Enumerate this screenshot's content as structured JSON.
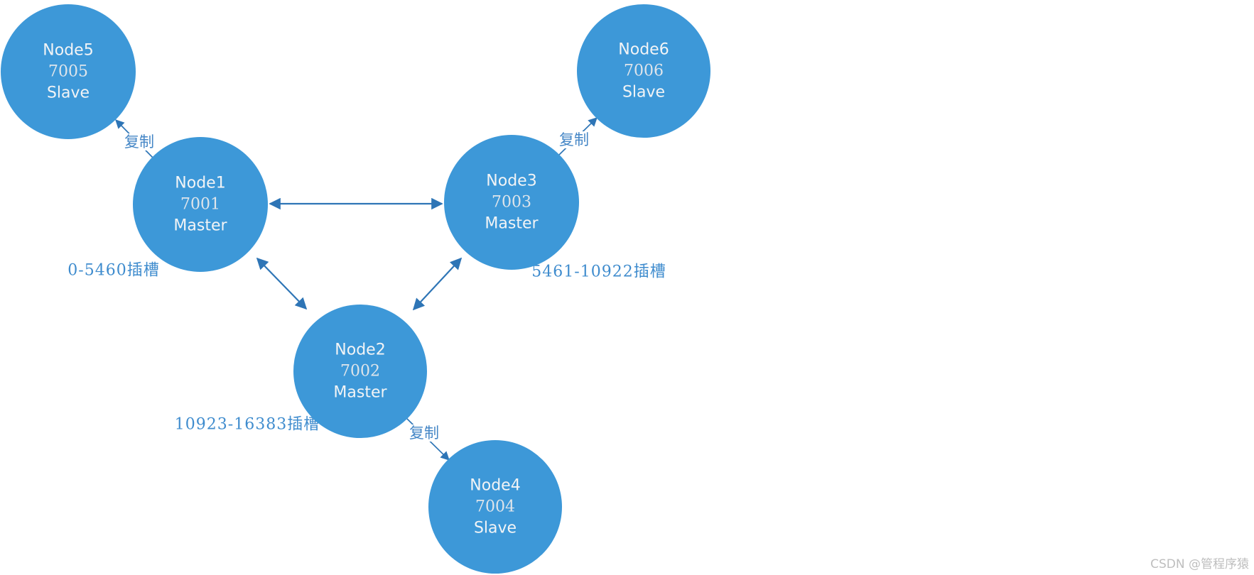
{
  "diagram": {
    "type": "cluster-topology",
    "nodes": [
      {
        "id": "node1",
        "name": "Node1",
        "port": "7001",
        "role": "Master"
      },
      {
        "id": "node2",
        "name": "Node2",
        "port": "7002",
        "role": "Master"
      },
      {
        "id": "node3",
        "name": "Node3",
        "port": "7003",
        "role": "Master"
      },
      {
        "id": "node4",
        "name": "Node4",
        "port": "7004",
        "role": "Slave"
      },
      {
        "id": "node5",
        "name": "Node5",
        "port": "7005",
        "role": "Slave"
      },
      {
        "id": "node6",
        "name": "Node6",
        "port": "7006",
        "role": "Slave"
      }
    ],
    "edges": [
      {
        "from": "Node1",
        "to": "Node3",
        "type": "bidirectional",
        "label": ""
      },
      {
        "from": "Node1",
        "to": "Node2",
        "type": "bidirectional",
        "label": ""
      },
      {
        "from": "Node3",
        "to": "Node2",
        "type": "bidirectional",
        "label": ""
      },
      {
        "from": "Node1",
        "to": "Node5",
        "type": "replication",
        "label": "复制"
      },
      {
        "from": "Node3",
        "to": "Node6",
        "type": "replication",
        "label": "复制"
      },
      {
        "from": "Node2",
        "to": "Node4",
        "type": "replication",
        "label": "复制"
      }
    ],
    "slot_labels": [
      {
        "for_node": "Node1",
        "text": "0-5460插槽"
      },
      {
        "for_node": "Node3",
        "text": "5461-10922插槽"
      },
      {
        "for_node": "Node2",
        "text": "10923-16383插槽"
      }
    ],
    "colors": {
      "node_fill": "#3D98D8",
      "node_text": "#F2F4F6",
      "arrow": "#2E75B6",
      "cn_label_text": "#4486C6",
      "slot_label_text": "#3F8CCE",
      "watermark_text": "#BEBEBE"
    }
  },
  "watermark": {
    "text": "CSDN @管程序猿"
  }
}
